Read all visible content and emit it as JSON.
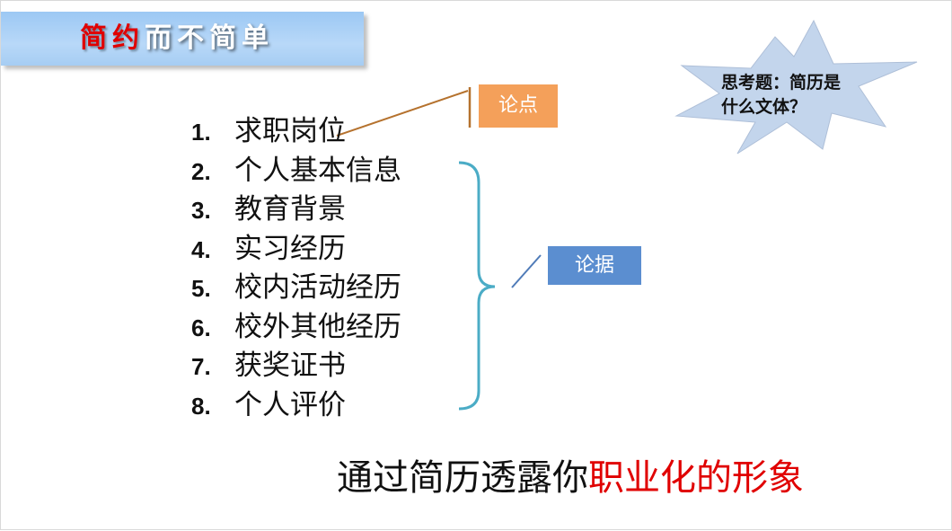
{
  "title": {
    "highlight": "简约",
    "rest": "而不简单"
  },
  "resume_sections": [
    {
      "number": "1.",
      "label": "求职岗位"
    },
    {
      "number": "2.",
      "label": "个人基本信息"
    },
    {
      "number": "3.",
      "label": "教育背景"
    },
    {
      "number": "4.",
      "label": "实习经历"
    },
    {
      "number": "5.",
      "label": "校内活动经历"
    },
    {
      "number": "6.",
      "label": "校外其他经历"
    },
    {
      "number": "7.",
      "label": "获奖证书"
    },
    {
      "number": "8.",
      "label": "个人评价"
    }
  ],
  "callouts": {
    "argument": "论点",
    "evidence": "论据"
  },
  "thought_question": {
    "line1": "思考题：简历是",
    "line2": "什么文体？"
  },
  "conclusion": {
    "normal": "通过简历透露你",
    "highlight": "职业化的形象"
  },
  "colors": {
    "title_bar": "#a9cff5",
    "highlight_red": "#e00000",
    "argument_box": "#f4a05a",
    "evidence_box": "#5b8ed0",
    "brace": "#4bacc6",
    "star_fill": "#c3d5ec"
  }
}
